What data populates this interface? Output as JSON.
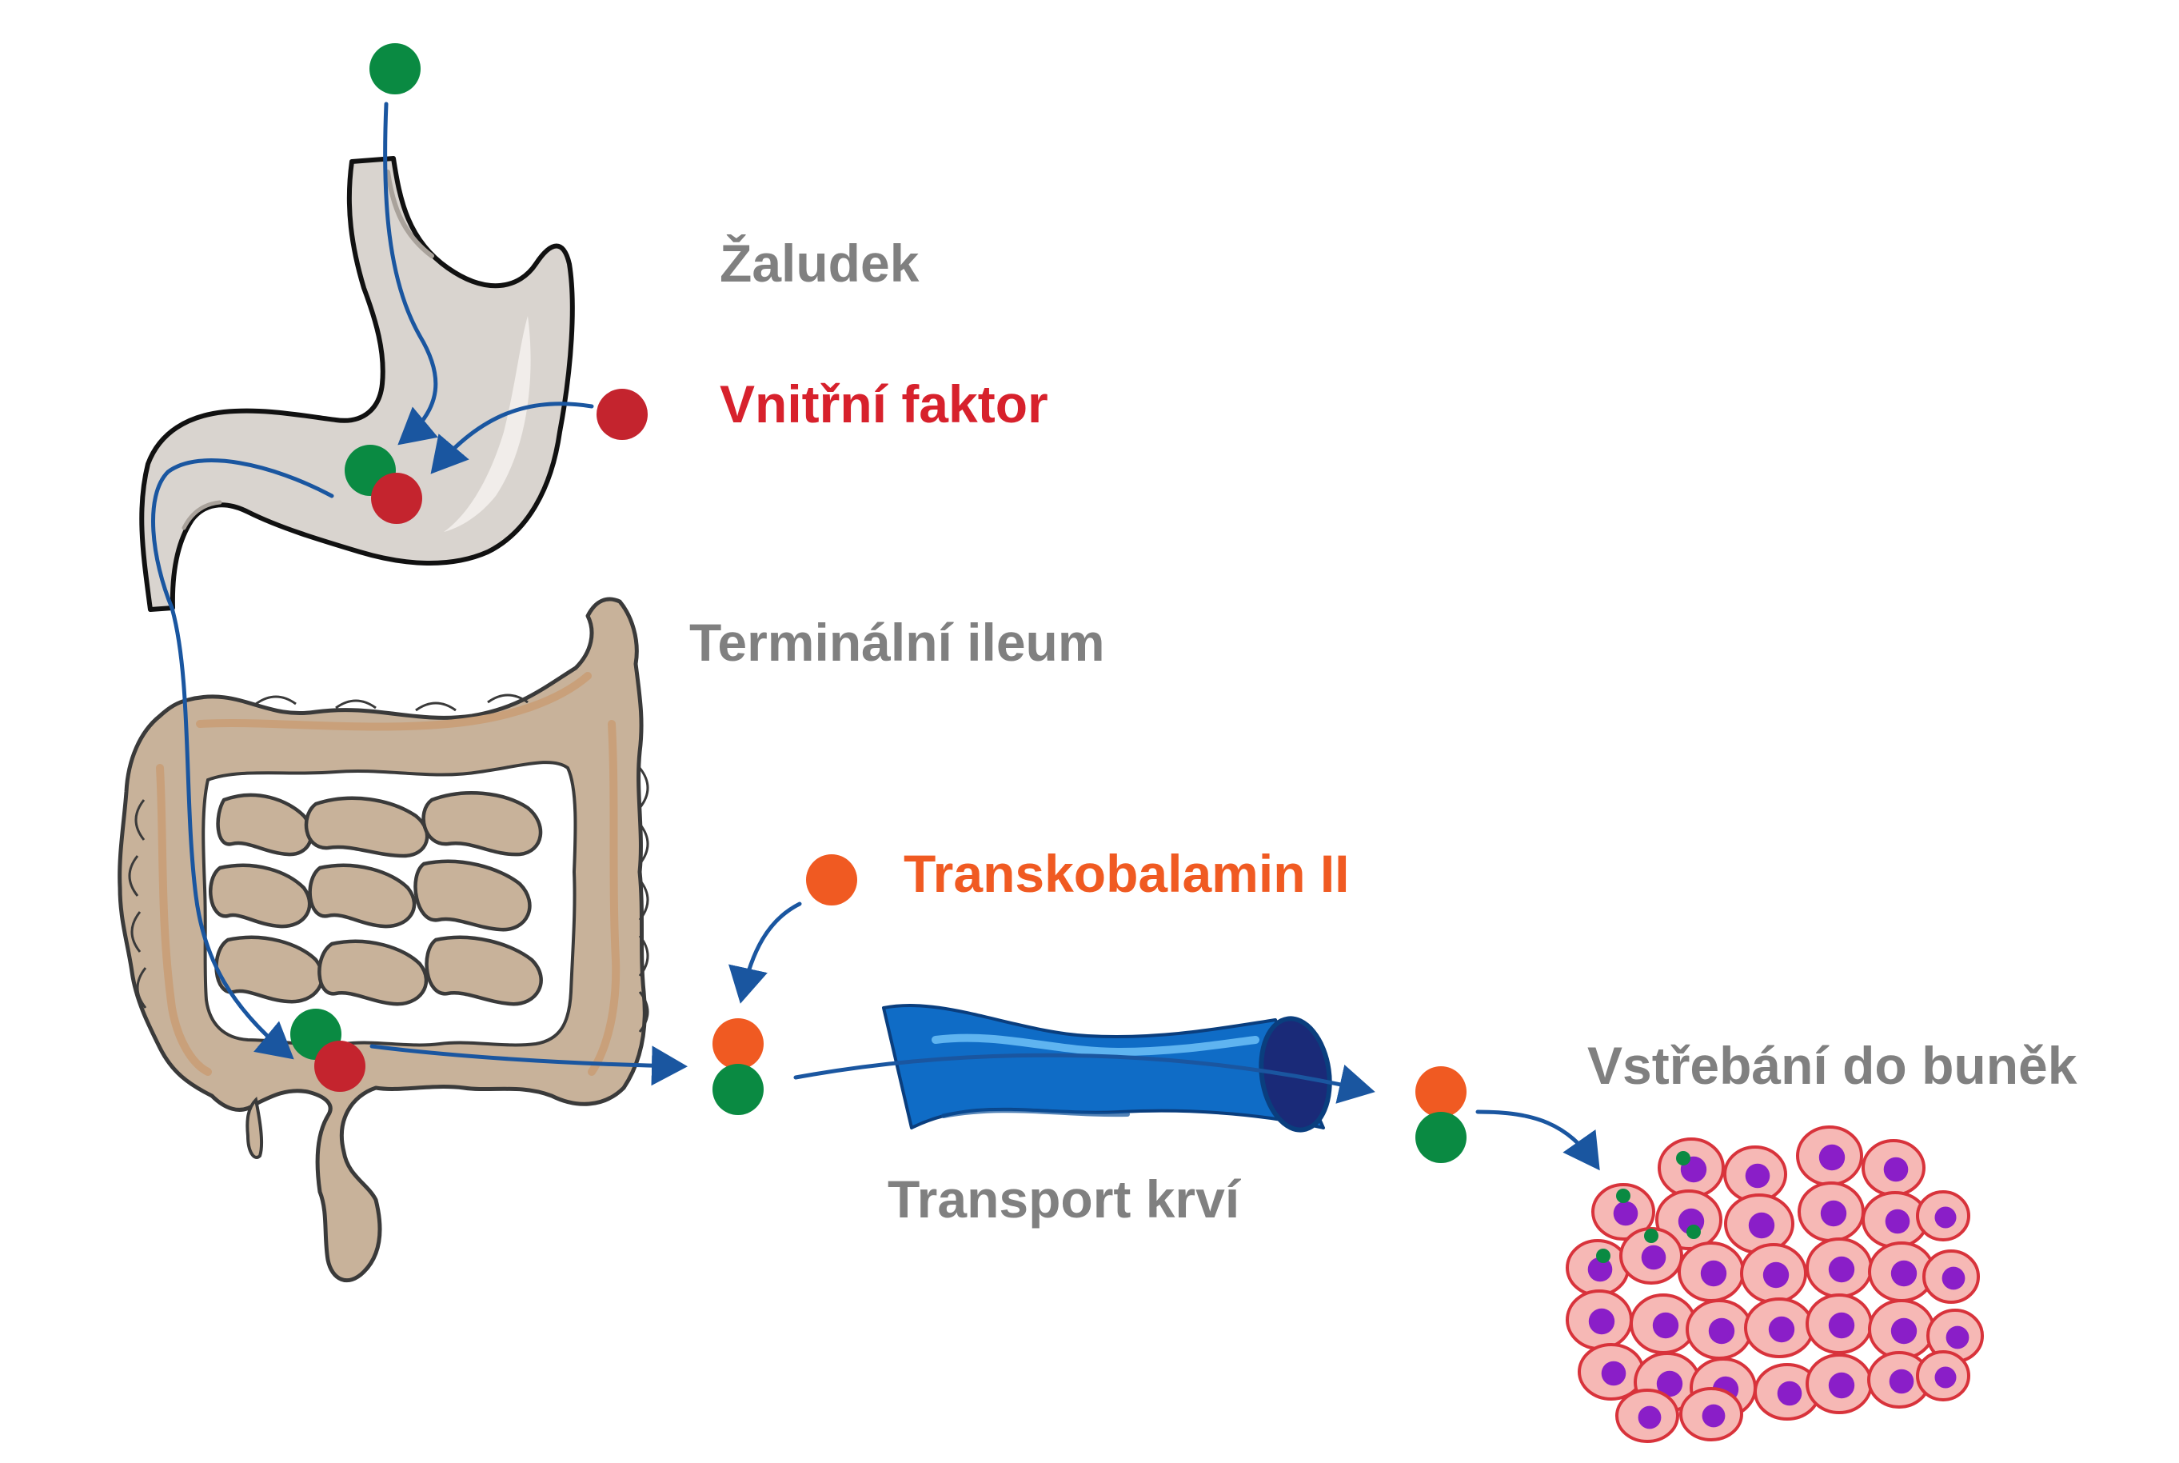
{
  "labels": {
    "stomach": "Žaludek",
    "intrinsic_factor": "Vnitřní faktor",
    "terminal_ileum": "Terminální ileum",
    "transcobalamin": "Transkobalamin II",
    "blood_transport": "Transport krví",
    "cell_uptake": "Vstřebání do buněk"
  },
  "colors": {
    "label_gray": "#808080",
    "intrinsic_factor_red": "#d7212c",
    "transcobalamin_orange": "#f05a22",
    "b12_green": "#0a8a42",
    "if_dot_red": "#c4242e",
    "tc_dot_orange": "#f05a22",
    "arrow_blue": "#1a56a0",
    "stomach_fill": "#d9d4cf",
    "intestine_fill": "#c8b29a",
    "intestine_stripe": "#c9a07a",
    "vessel_blue": "#0f6cc6",
    "vessel_lumen": "#1a2a78",
    "cell_fill": "#f6b8b5",
    "cell_border": "#d8333b",
    "nucleus": "#8a1ec8"
  },
  "icons": [
    "b12-molecule-icon",
    "intrinsic-factor-icon",
    "transcobalamin-icon",
    "stomach-icon",
    "intestine-icon",
    "blood-vessel-icon",
    "cell-cluster-icon"
  ]
}
